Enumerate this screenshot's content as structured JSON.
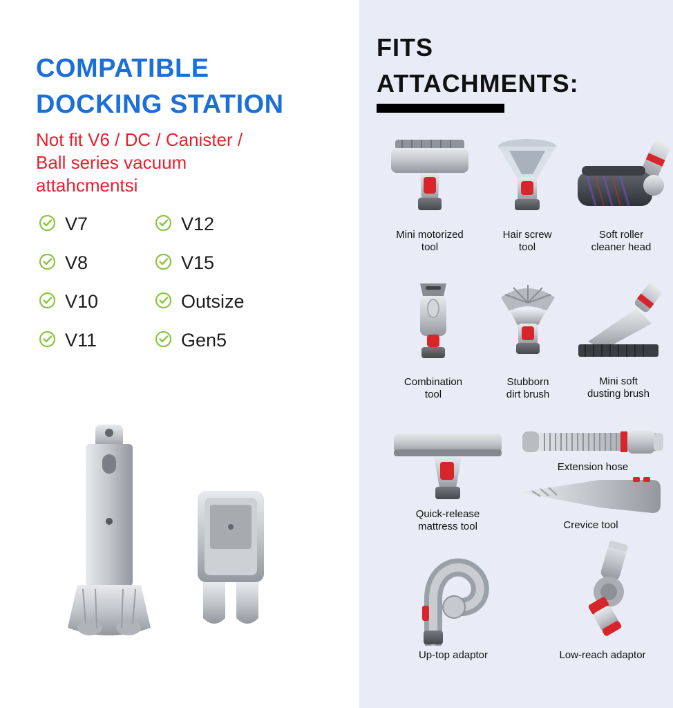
{
  "left": {
    "title_line1": "COMPATIBLE",
    "title_line2": "DOCKING STATION",
    "subtitle": "Not fit V6 / DC / Canister /\nBall series vacuum\nattahcmentsi",
    "models_col1": [
      "V7",
      "V8",
      "V10",
      "V11"
    ],
    "models_col2": [
      "V12",
      "V15",
      "Outsize",
      "Gen5"
    ]
  },
  "right": {
    "title_line1": "FITS",
    "title_line2": "ATTACHMENTS:",
    "attachments": [
      {
        "label": "Mini motorized\ntool"
      },
      {
        "label": "Hair screw\ntool"
      },
      {
        "label": "Soft roller\ncleaner head"
      },
      {
        "label": "Combination\ntool"
      },
      {
        "label": "Stubborn\ndirt brush"
      },
      {
        "label": "Mini soft\ndusting brush"
      },
      {
        "label": "Quick-release\nmattress tool"
      },
      {
        "label": "Extension hose"
      },
      {
        "label": "Crevice tool"
      },
      {
        "label": "Up-top adaptor"
      },
      {
        "label": "Low-reach adaptor"
      }
    ]
  },
  "icons": {
    "model_check": "circled-check"
  },
  "colors": {
    "title_blue": "#1b6fd6",
    "warning_red": "#e8202d",
    "check_green": "#8bc541",
    "right_panel_bg": "#e9ecf6",
    "heading_black": "#111111",
    "divider_black": "#000000",
    "accent_red": "#d6252b"
  }
}
